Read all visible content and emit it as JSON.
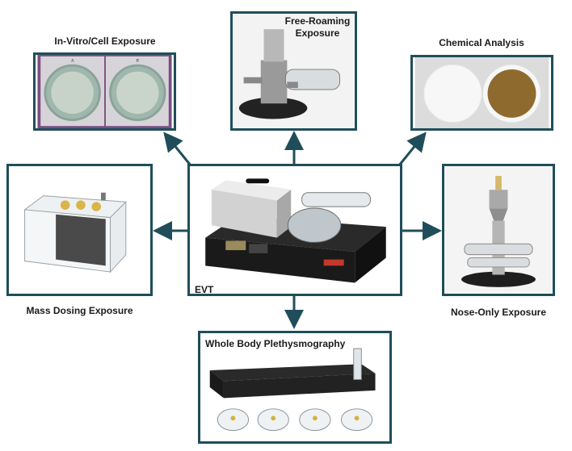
{
  "center": {
    "label": "EVT"
  },
  "nodes": {
    "invitro": {
      "label": "In-Vitro/Cell Exposure",
      "plate_a": "A",
      "plate_b": "B"
    },
    "freeroaming": {
      "label_line1": "Free-Roaming",
      "label_line2": "Exposure"
    },
    "chemical": {
      "label": "Chemical Analysis"
    },
    "massdosing": {
      "label": "Mass Dosing Exposure"
    },
    "noseonly": {
      "label": "Nose-Only Exposure"
    },
    "wbp": {
      "label": "Whole Body Plethysmography"
    }
  },
  "colors": {
    "border": "#1f4e5a",
    "arrow": "#1f4e5a"
  }
}
